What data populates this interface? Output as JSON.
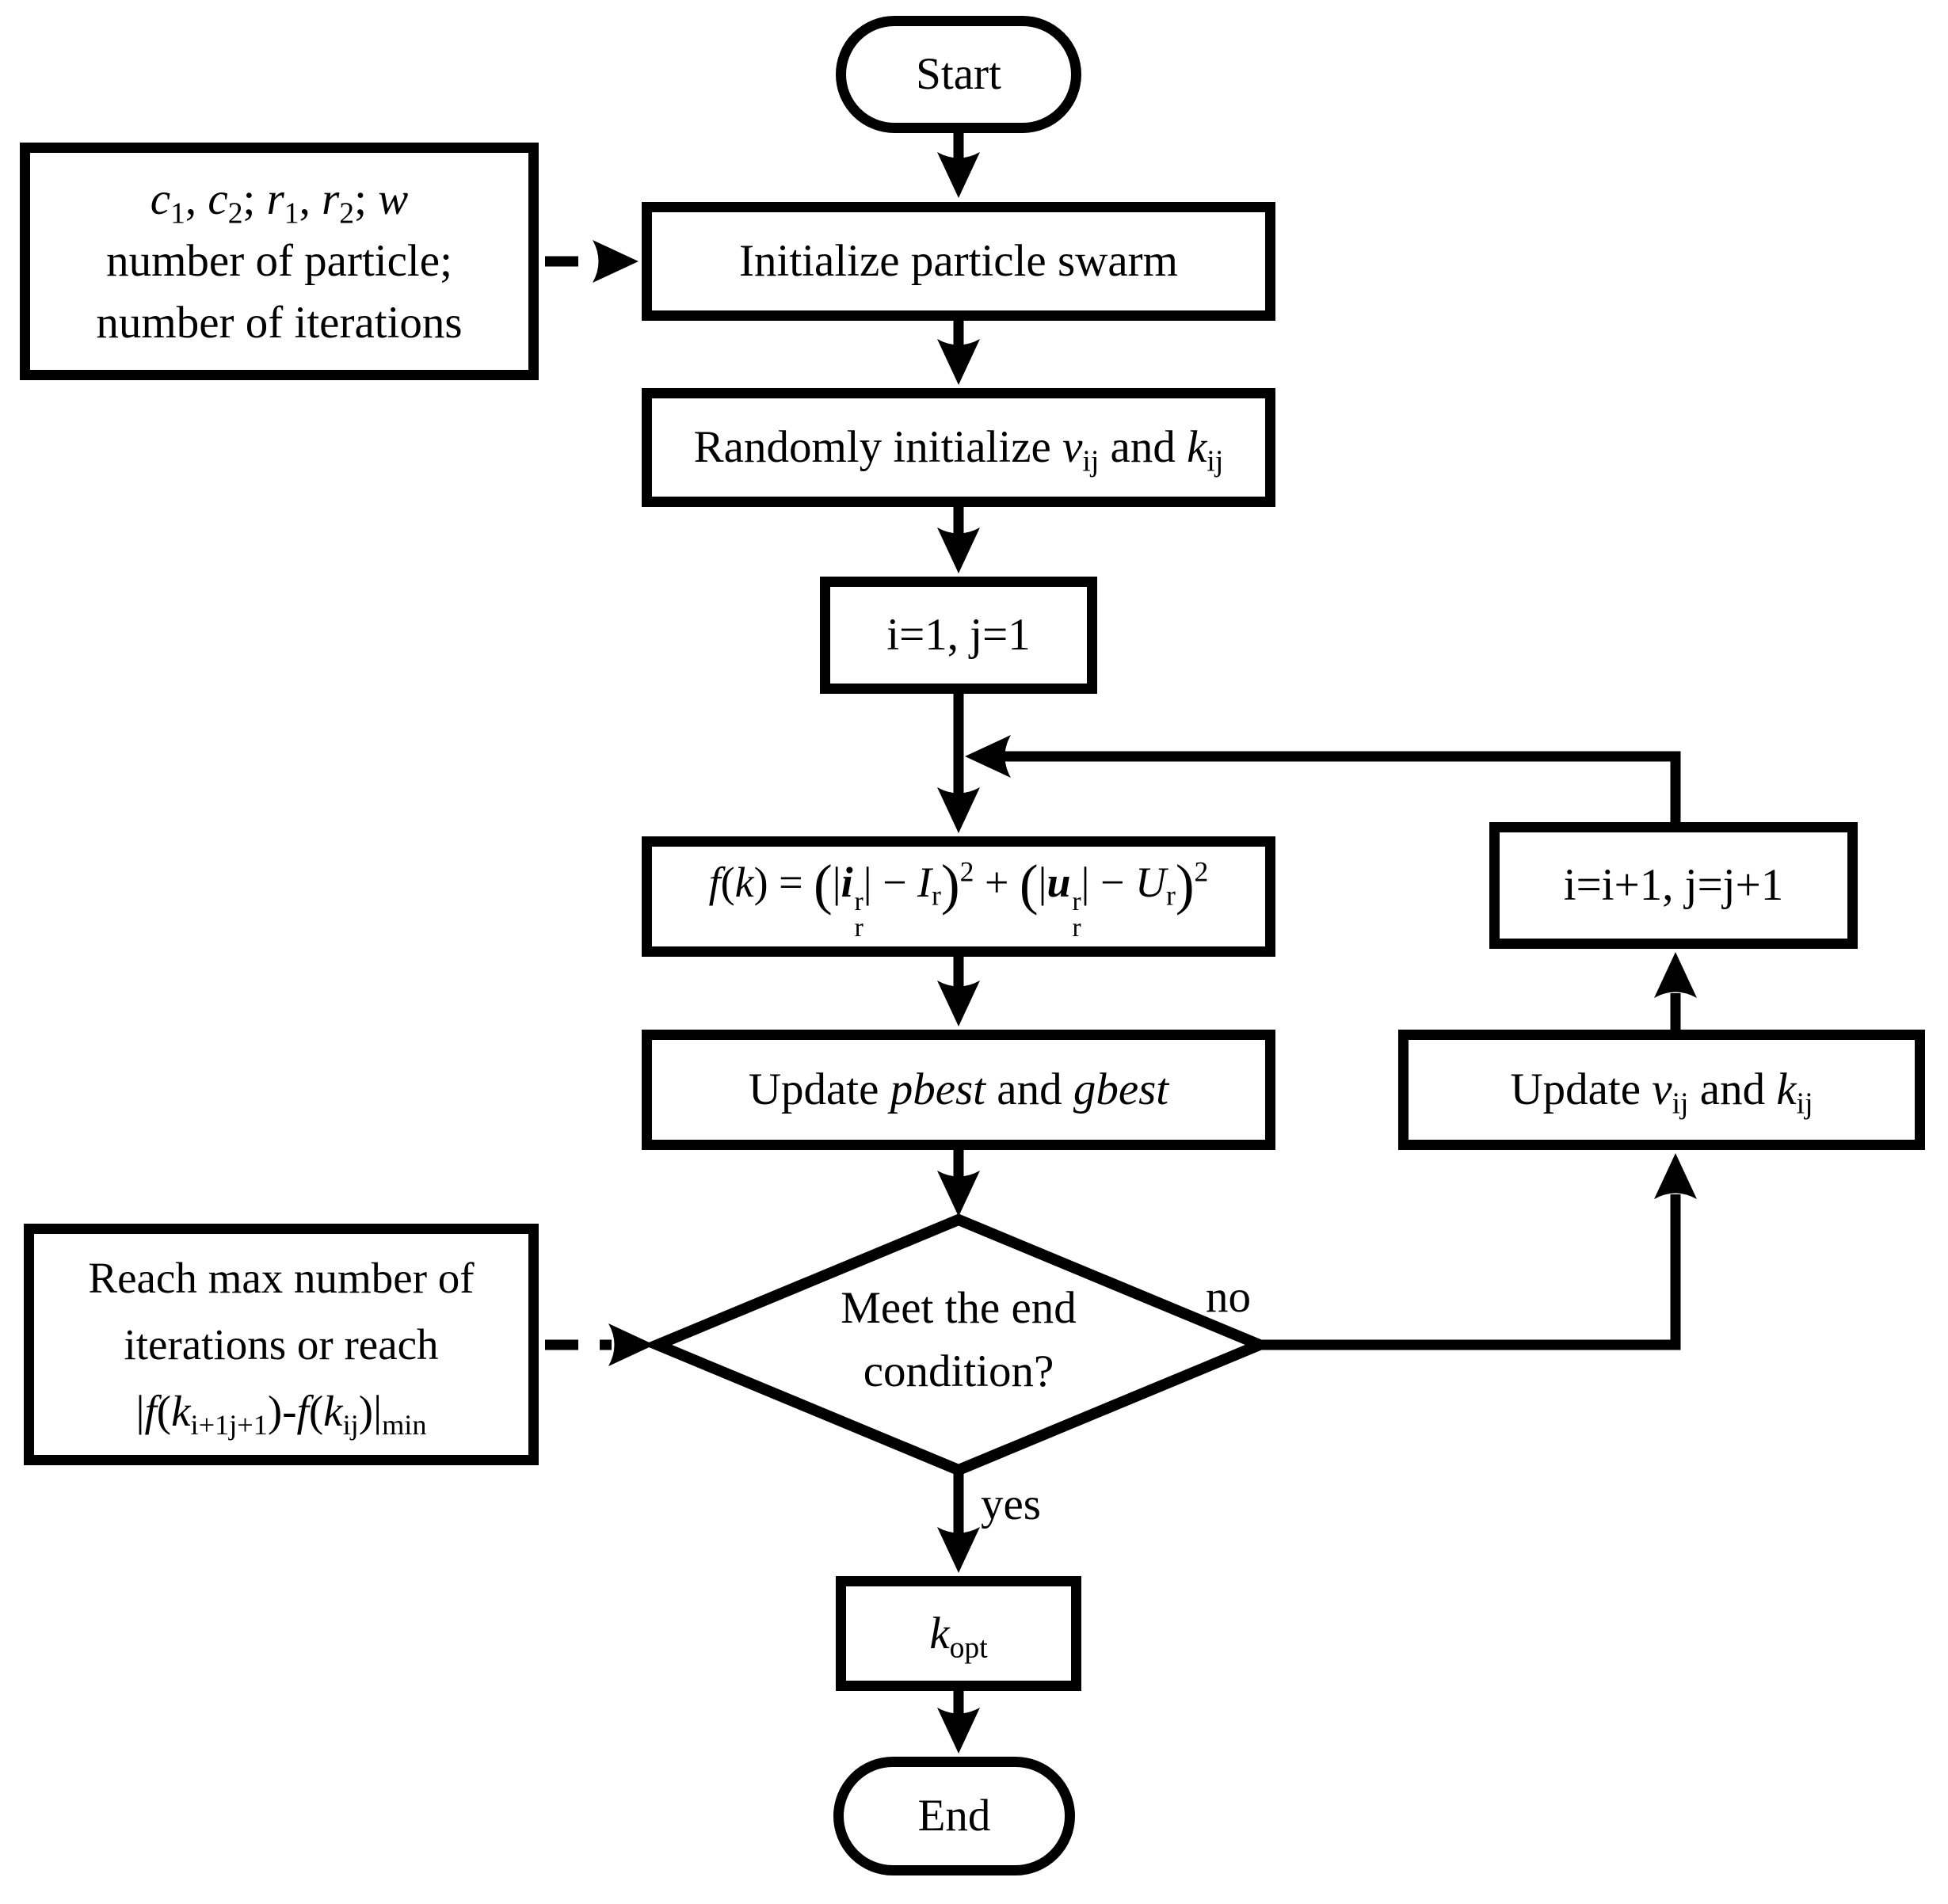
{
  "colors": {
    "ink": "#000000",
    "paper": "#ffffff"
  },
  "nodes": {
    "start": {
      "label": "Start"
    },
    "params": {
      "line1_tokens": [
        {
          "text": "c",
          "cls": "it",
          "sub": "1"
        },
        {
          "text": ", "
        },
        {
          "text": "c",
          "cls": "it",
          "sub": "2"
        },
        {
          "text": "; "
        },
        {
          "text": "r",
          "cls": "it",
          "sub": "1"
        },
        {
          "text": ", "
        },
        {
          "text": "r",
          "cls": "it",
          "sub": "2"
        },
        {
          "text": "; "
        },
        {
          "text": "w",
          "cls": "it"
        }
      ],
      "line2": "number of particle;",
      "line3": "number of iterations"
    },
    "initialize": {
      "label": "Initialize particle swarm"
    },
    "random_init": {
      "tokens": [
        {
          "text": "Randomly initialize "
        },
        {
          "text": "v",
          "cls": "it",
          "sub": "ij"
        },
        {
          "text": " and "
        },
        {
          "text": "k",
          "cls": "it",
          "sub": "ij"
        }
      ]
    },
    "init_indices": {
      "label": "i=1, j=1"
    },
    "fitness": {
      "tokens": [
        {
          "text": "f",
          "cls": "it"
        },
        {
          "text": "("
        },
        {
          "text": "k",
          "cls": "it"
        },
        {
          "text": ") = "
        },
        {
          "text": "(",
          "cls": "lg"
        },
        {
          "text": "|"
        },
        {
          "text": "i",
          "cls": "bi",
          "sup": "r",
          "sub": "r"
        },
        {
          "text": "|"
        },
        {
          "text": " − "
        },
        {
          "text": "I",
          "cls": "it",
          "sub": "r"
        },
        {
          "text": ")",
          "cls": "lg",
          "sup": "2"
        },
        {
          "text": " + "
        },
        {
          "text": "(",
          "cls": "lg"
        },
        {
          "text": "|"
        },
        {
          "text": "u",
          "cls": "bi",
          "sup": "r",
          "sub": "r"
        },
        {
          "text": "|"
        },
        {
          "text": " − "
        },
        {
          "text": "U",
          "cls": "it",
          "sub": "r"
        },
        {
          "text": ")",
          "cls": "lg",
          "sup": "2"
        }
      ]
    },
    "update_best": {
      "tokens": [
        {
          "text": "Update "
        },
        {
          "text": "pbest",
          "cls": "it"
        },
        {
          "text": " and "
        },
        {
          "text": "gbest",
          "cls": "it"
        }
      ]
    },
    "decision": {
      "line1": "Meet the end",
      "line2": "condition?"
    },
    "stop_condition": {
      "line1": "Reach max number of",
      "line2": "iterations or reach",
      "line3_tokens": [
        {
          "text": "|"
        },
        {
          "text": "f",
          "cls": "it"
        },
        {
          "text": "("
        },
        {
          "text": "k",
          "cls": "it",
          "sub": "i+1j+1"
        },
        {
          "text": ")-"
        },
        {
          "text": "f",
          "cls": "it"
        },
        {
          "text": "("
        },
        {
          "text": "k",
          "cls": "it",
          "sub": "ij"
        },
        {
          "text": ")|",
          "sub": "min"
        }
      ]
    },
    "increment": {
      "label": "i=i+1, j=j+1"
    },
    "update_vk": {
      "tokens": [
        {
          "text": "Update "
        },
        {
          "text": "v",
          "cls": "it",
          "sub": "ij"
        },
        {
          "text": " and "
        },
        {
          "text": "k",
          "cls": "it",
          "sub": "ij"
        }
      ]
    },
    "k_opt": {
      "tokens": [
        {
          "text": "k",
          "cls": "it",
          "sub": "opt"
        }
      ]
    },
    "end": {
      "label": "End"
    }
  },
  "edges": {
    "no_label": "no",
    "yes_label": "yes"
  }
}
